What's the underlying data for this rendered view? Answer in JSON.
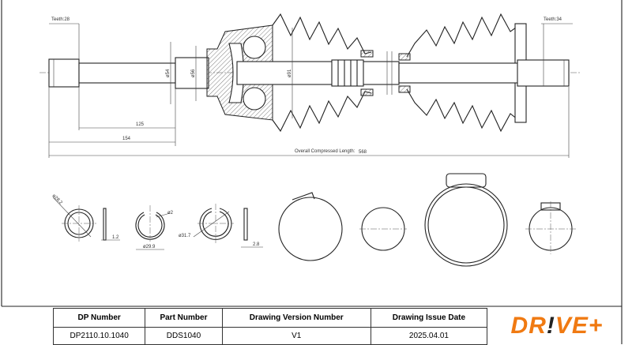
{
  "drawing": {
    "teeth_left": "Teeth:28",
    "teeth_right": "Teeth:34",
    "dia_54": "ø54",
    "dia_56": "ø56",
    "dia_91": "ø91",
    "dim_125": "125",
    "dim_154": "154",
    "overall_label": "Overall Compressed Length:",
    "overall_value": "568"
  },
  "parts": {
    "circlip_dia": "ø28.2",
    "circlip_thickness": "1.2",
    "ring_wire": "ø2",
    "ring_dia": "ø29.9",
    "ring2_dia": "ø31.7",
    "ring2_thickness": "2.8"
  },
  "table": {
    "headers": [
      "DP Number",
      "Part Number",
      "Drawing Version Number",
      "Drawing Issue Date"
    ],
    "values": [
      "DP2110.10.1040",
      "DDS1040",
      "V1",
      "2025.04.01"
    ]
  },
  "logo": {
    "text_a": "DR",
    "text_b": "!",
    "text_c": "VE+",
    "color": "#f07a12"
  }
}
